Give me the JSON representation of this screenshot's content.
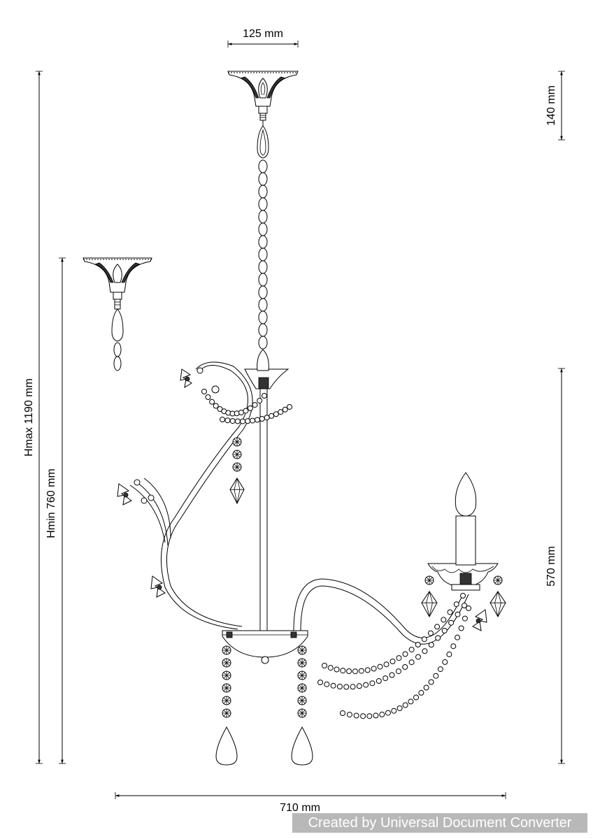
{
  "dimensions": {
    "canopy_width": "125 mm",
    "canopy_height": "140 mm",
    "height_max": "Hmax 1190 mm",
    "height_min": "Hmin 760 mm",
    "body_height": "570 mm",
    "overall_width": "710 mm"
  },
  "watermark": "Created by Universal Document Converter"
}
